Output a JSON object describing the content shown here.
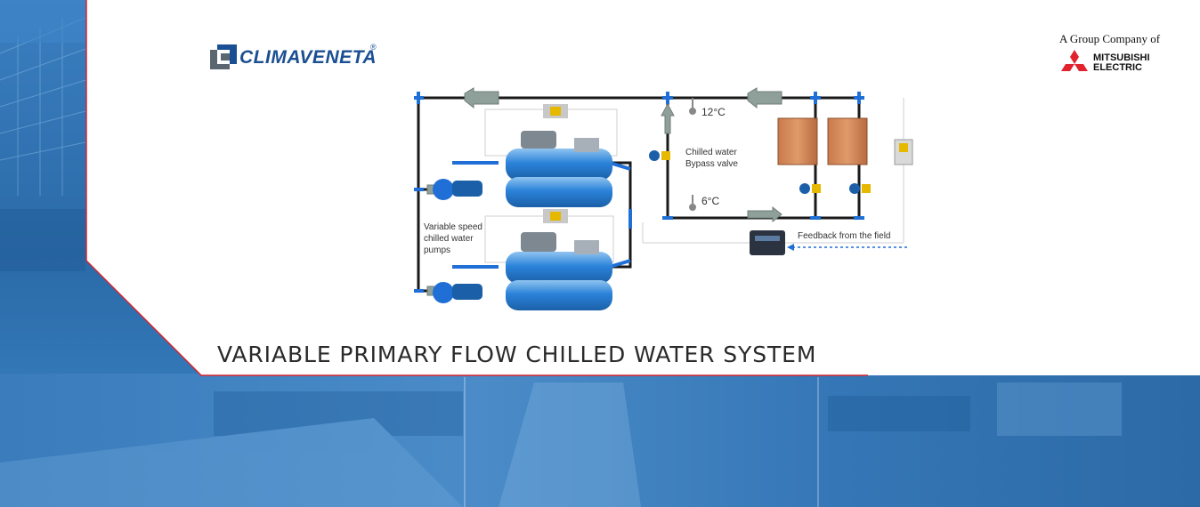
{
  "brand": {
    "name": "CLIMAVENETA",
    "registered": "®"
  },
  "group": {
    "text": "A Group Company of",
    "company_line1": "MITSUBISHI",
    "company_line2": "ELECTRIC"
  },
  "diagram": {
    "temp_return": "12°C",
    "temp_supply": "6°C",
    "bypass_label_1": "Chilled water",
    "bypass_label_2": "Bypass valve",
    "pumps_label_1": "Variable speed",
    "pumps_label_2": "chilled water",
    "pumps_label_3": "pumps",
    "feedback_label": "Feedback from the field"
  },
  "caption": "VARIABLE PRIMARY FLOW CHILLED WATER SYSTEM",
  "colors": {
    "pipe_blue": "#1f6fd6",
    "brand_blue": "#1b4f93",
    "accent_red": "#d9232e",
    "bg_blue": "#2f6fae"
  }
}
